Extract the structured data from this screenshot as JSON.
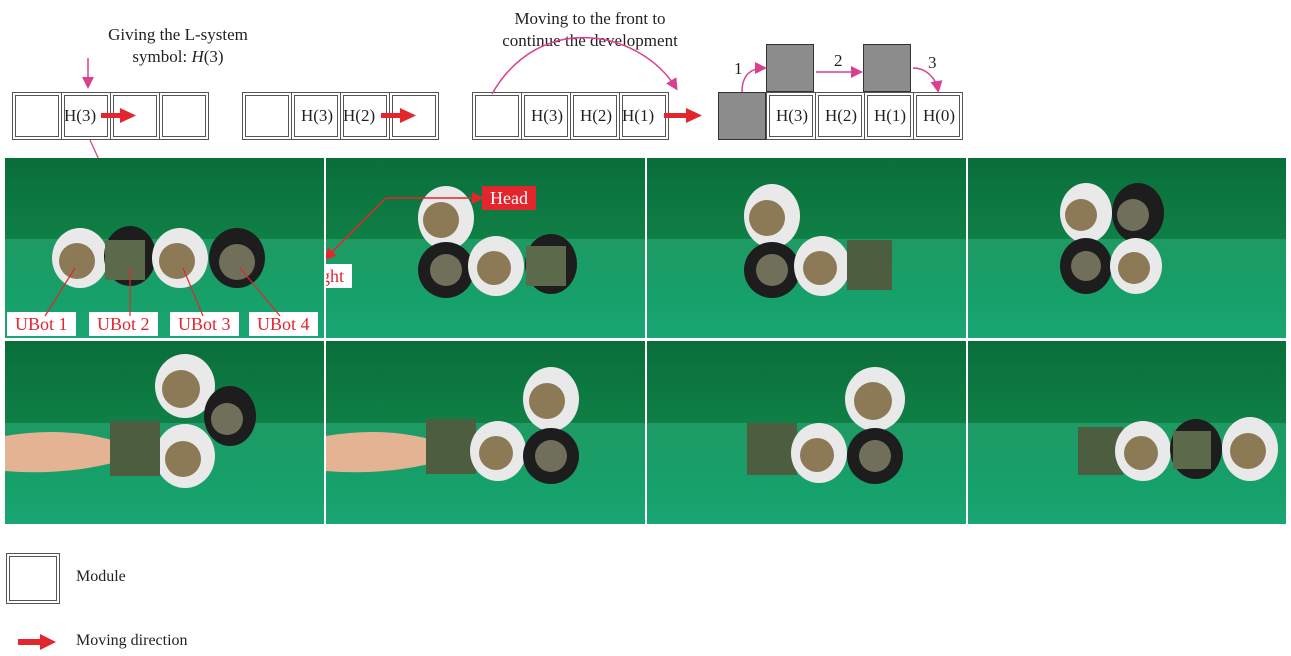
{
  "annotations": {
    "giving_line1": "Giving the L-system",
    "giving_line2_prefix": "symbol: ",
    "giving_line2_symbol": "H",
    "giving_line2_suffix": "(3)",
    "moving_line1": "Moving to the front to",
    "moving_line2": "continue the development",
    "step1": "1",
    "step2": "2",
    "step3": "3"
  },
  "stage1": [
    "",
    "H(3)",
    "",
    ""
  ],
  "stage2": [
    "",
    "H(3)",
    "H(2)",
    ""
  ],
  "stage3": [
    "",
    "H(3)",
    "H(2)",
    "H(1)"
  ],
  "stage4": [
    "",
    "H(3)",
    "H(2)",
    "H(1)",
    "H(0)"
  ],
  "photo_labels": {
    "head": "Head",
    "right": "Right",
    "ubots": [
      "UBot 1",
      "UBot 2",
      "UBot 3",
      "UBot 4"
    ]
  },
  "legend": {
    "module": "Module",
    "moving_direction": "Moving direction"
  },
  "colors": {
    "accent_red": "#e3262e",
    "pink_arrow": "#d9418f",
    "grey_module": "#8c8c8c",
    "green_floor": "#17a06a"
  }
}
